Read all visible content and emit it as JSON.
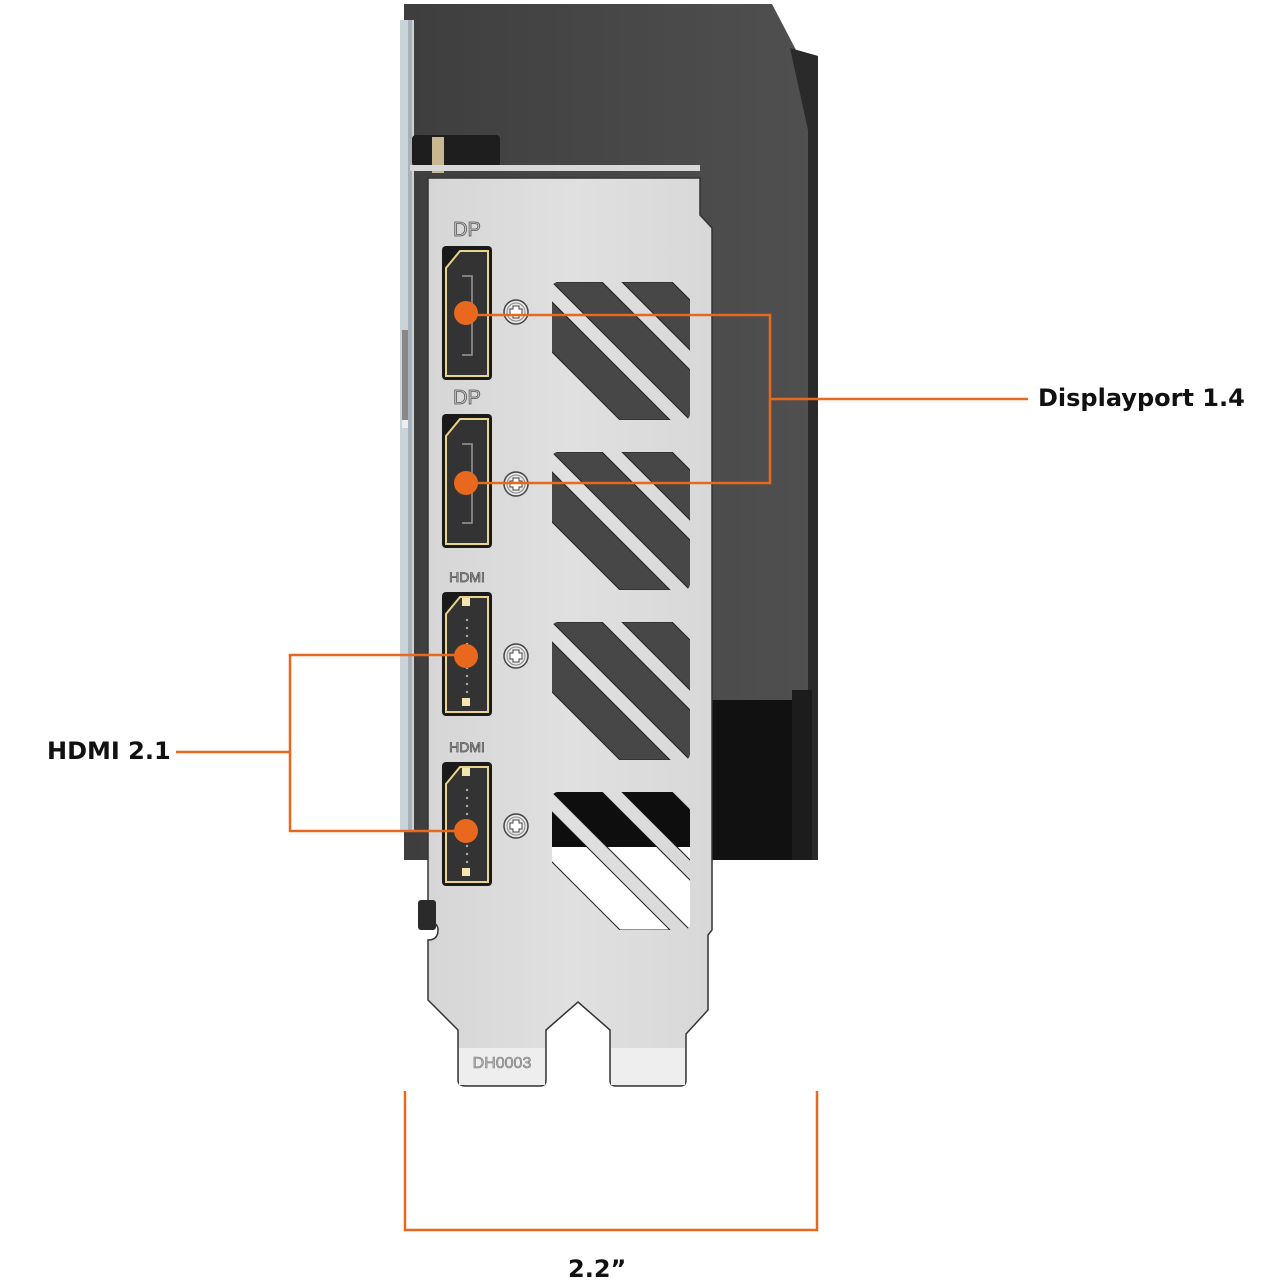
{
  "diagram": {
    "subject": "Graphics card I/O bracket",
    "accent_color": "#e8681e",
    "ports": [
      {
        "id": "dp1",
        "type": "DisplayPort",
        "silk_label": "DP"
      },
      {
        "id": "dp2",
        "type": "DisplayPort",
        "silk_label": "DP"
      },
      {
        "id": "hdmi1",
        "type": "HDMI",
        "silk_label": "HDMI"
      },
      {
        "id": "hdmi2",
        "type": "HDMI",
        "silk_label": "HDMI"
      }
    ],
    "callouts": {
      "displayport": "Displayport 1.4",
      "hdmi": "HDMI 2.1"
    },
    "dimension": {
      "label": "2.2”"
    },
    "bracket_code": "DH0003"
  }
}
